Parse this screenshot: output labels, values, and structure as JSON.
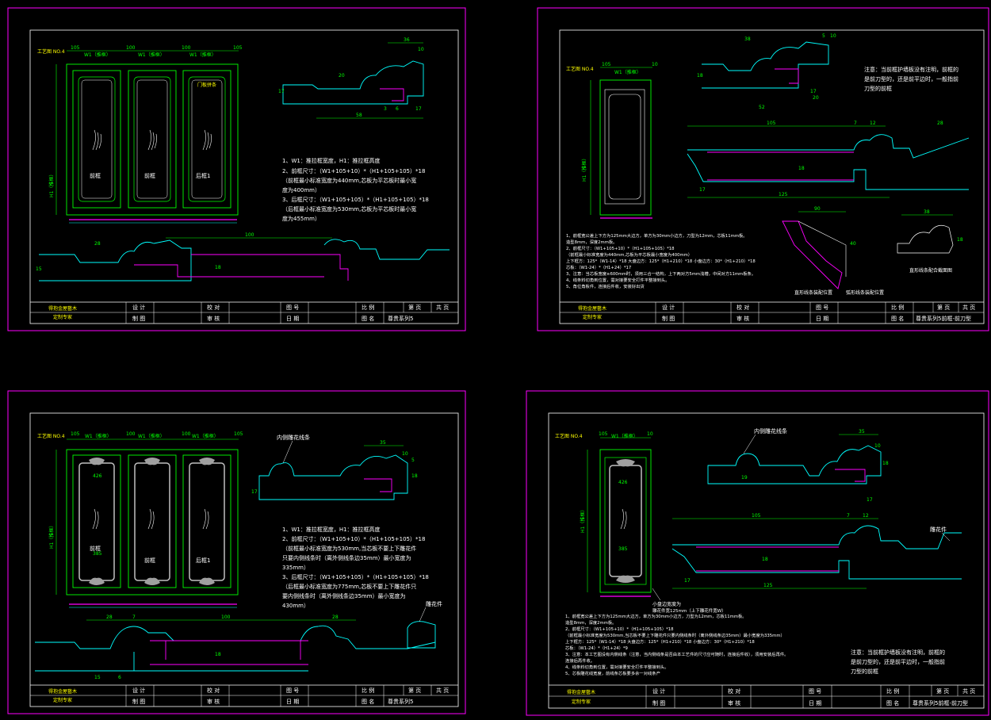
{
  "colors": {
    "background": "#000000",
    "sheet_border": "#ff00ff",
    "frame": "#ffffff",
    "profile": "#00ffff",
    "dimension": "#00ff00",
    "core": "#ff00ff",
    "carving": "#c0c0c0"
  },
  "sheets": [
    {
      "title_block": {
        "company_line1": "得抱金屋藝木",
        "company_line2": "定制专家",
        "design": "设 计",
        "draw": "制 图",
        "proofread": "校 对",
        "review": "审 核",
        "drawing_no": "图 号",
        "date": "日 期",
        "scale": "比 例",
        "drawing_name_label": "图 名",
        "drawing_name": "尊贵系列5",
        "page": "第 页",
        "total": "共 页"
      },
      "elevation": {
        "label": "工艺图 NO.4",
        "dims": [
          "105",
          "W1（推框）",
          "100",
          "W1（推框）",
          "100",
          "W1（推框）",
          "105"
        ],
        "panels": [
          "前框",
          "前框",
          "后框1"
        ],
        "h_label": "H1（推框）",
        "callout": "门板拼条"
      },
      "notes": [
        "1、W1：推拉框宽度，H1：推拉框高度",
        "2、前框尺寸：（W1+105+10）*（H1+105+105）*18",
        "（前框最小标准宽度为440mm,芯板为平芯板时最小宽",
        "度为400mm）",
        "3、后框尺寸：（W1+105+105）*（H1+105+105）*18",
        "（后框最小标准宽度为530mm,芯板为平芯板时最小宽",
        "度为455mm）"
      ],
      "section_dims": [
        "36",
        "10",
        "20",
        "17",
        "58",
        "3",
        "6",
        "17"
      ],
      "bottom_dims": [
        "28",
        "100",
        "18",
        "15"
      ]
    },
    {
      "title_block": {
        "company_line1": "得抱金屋藝木",
        "company_line2": "定制专家",
        "design": "设 计",
        "draw": "制 图",
        "proofread": "校 对",
        "review": "审 核",
        "drawing_no": "图 号",
        "date": "日 期",
        "scale": "比 例",
        "drawing_name_label": "图 名",
        "drawing_name": "尊贵系列5前框-前刀型",
        "page": "第 页",
        "total": "共 页"
      },
      "elevation": {
        "label": "工艺图 NO.4",
        "dims": [
          "105",
          "W1（推框）",
          "10"
        ],
        "h_label": "H1（推框）"
      },
      "attention": [
        "注意：当前框护墙板没有注明，前框的",
        "是前刀型的，还是前平边时，一般指前",
        "刀型的前框"
      ],
      "notes": [
        "1、前框宽公差上下方为125mm大边方，单方为30mm小边方，刀型为12mm，芯板11mm板。",
        "   造型8mm，深度2mm板。",
        "2、前框尺寸：（W1+105+10）*（H1+105+105）*18",
        "（前框最小标准宽度为440mm,芯板为平芯板最小宽度为400mm）",
        "   上下框方：125*（W1-14）*18     大盘边方：125*（H1+210）*18     小盘边方：30*（H1+210）*18",
        "   芯板：（W1-24）*（H1+24）*17",
        "3、注意：当芯板宽度≥600mm时，须用三合一结构，上下两对方5mm浅槽，中间对方11mm板条。",
        "4、线条料切角到位置，需对接要安全打件平整接到头。",
        "5、角位角板件，连接后件收，安装好出货"
      ],
      "section_dims": [
        "38",
        "5",
        "10",
        "18",
        "52",
        "20",
        "17",
        "105",
        "7",
        "12",
        "28",
        "18",
        "17",
        "125"
      ],
      "sub_labels": [
        "直形线条装配位置",
        "弧形线条装配位置",
        "直形线条配合截面图"
      ],
      "sub_dims": [
        "90",
        "40",
        "38",
        "18"
      ]
    },
    {
      "title_block": {
        "company_line1": "得抱金屋藝木",
        "company_line2": "定制专家",
        "design": "设 计",
        "draw": "制 图",
        "proofread": "校 对",
        "review": "审 核",
        "drawing_no": "图 号",
        "date": "日 期",
        "scale": "比 例",
        "drawing_name_label": "图 名",
        "drawing_name": "尊贵系列5",
        "page": "第 页",
        "total": "共 页"
      },
      "elevation": {
        "label": "工艺图 NO.4",
        "dims": [
          "105",
          "W1（推框）",
          "100",
          "W1（推框）",
          "100",
          "W1（推框）",
          "105"
        ],
        "panels": [
          "前框",
          "前框",
          "后框1"
        ],
        "h_label": "H1（推框）",
        "inner_dims": [
          "426",
          "385"
        ]
      },
      "callout": "内侧雕花线条",
      "notes": [
        "1、W1：推拉框宽度，H1：推拉框高度",
        "2、前框尺寸：（W1+105+10）*（H1+105+105）*18",
        "（前框最小标准宽度为530mm,当芯板不要上下雕花件",
        "只要内侧线条时（离外侧线条边35mm）最小宽度为",
        "335mm）",
        "3、后框尺寸：（W1+105+105）*（H1+105+105）*18",
        "（后框最小标准宽度为775mm,芯板不要上下雕花件只",
        "要内侧线条时（离外侧线条边35mm）最小宽度为",
        "430mm）"
      ],
      "section_dims": [
        "35",
        "10",
        "5",
        "17",
        "18"
      ],
      "bottom_dims": [
        "28",
        "7",
        "100",
        "28",
        "18",
        "15",
        "6"
      ],
      "carving_label": "雕花件"
    },
    {
      "title_block": {
        "company_line1": "得抱金屋藝木",
        "company_line2": "定制专家",
        "design": "设 计",
        "draw": "制 图",
        "proofread": "校 对",
        "review": "审 核",
        "drawing_no": "图 号",
        "date": "日 期",
        "scale": "比 例",
        "drawing_name_label": "图 名",
        "drawing_name": "尊贵系列5前框-前刀型",
        "page": "第 页",
        "total": "共 页"
      },
      "elevation": {
        "label": "工艺图 NO.4",
        "dims": [
          "105",
          "W1（推框）",
          "10"
        ],
        "h_label": "H1（推框）",
        "inner_dims": [
          "426",
          "385"
        ],
        "callout1": "小盘边宽度为",
        "callout2": "雕花件宽125mm（上下雕花件宽W）"
      },
      "callout": "内侧雕花线条",
      "carving_label": "雕花件",
      "attention": [
        "注意：当前框护墙板没有注明，前框的",
        "是前刀型的，还是前平边时，一般指前",
        "刀型的前框"
      ],
      "notes": [
        "1、前框宽公差上下方为125mm大边方，单方为30mm小边方，刀型为12mm，芯板11mm板。",
        "   造型8mm，深度2mm板。",
        "2、前框尺寸：（W1+105+10）*（H1+105+105）*18",
        "（前框最小标准宽度为530mm,当芯板不要上下雕花件只要内侧线条时（离外侧线条边35mm）最小宽度为335mm）",
        "   上下框方：125*（W1-14）*18     大盘边方：125*（H1+210）*18     小盘边方：30*（H1+210）*18",
        "   芯板：（W1-24）*（H1+24）*9",
        "3、注意：本工艺图没有内侧线条（注意，当内侧线条是否由本工艺件的尺寸应可随时，连接后件收），须用安装后再件。",
        "   连接后再件收。",
        "4、线条料切角到位置，需对接要安全打件平整接到头。",
        "5、芯板雕花线宽度，前线条芯板要多余一对线条产"
      ],
      "section_dims": [
        "35",
        "10",
        "18",
        "19",
        "17",
        "105",
        "7",
        "12",
        "18",
        "17",
        "125"
      ]
    }
  ]
}
